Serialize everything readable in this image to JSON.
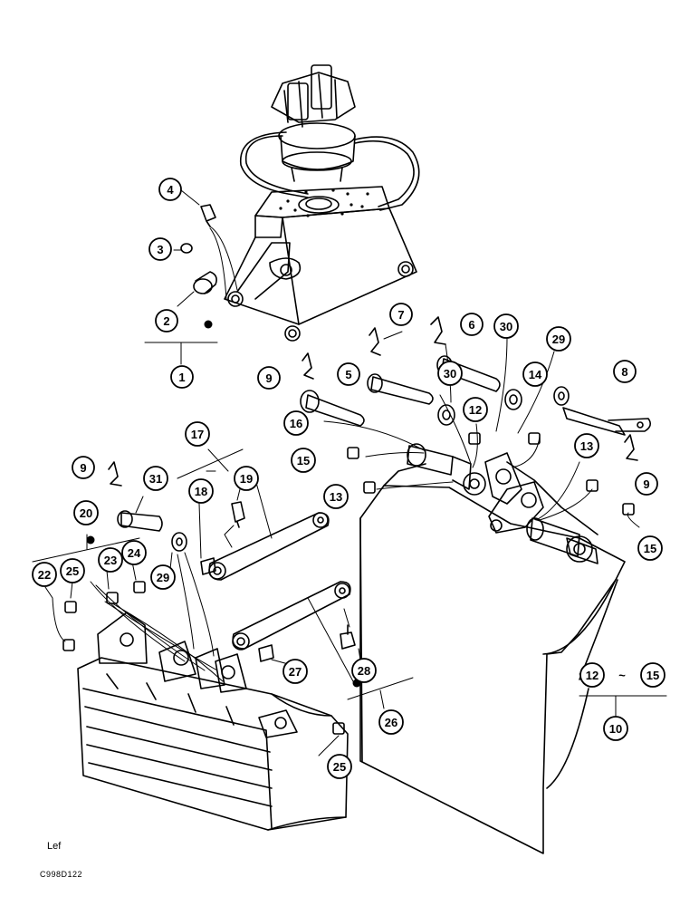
{
  "figure": {
    "ref_label": "Lef",
    "drawing_code": "C998D122"
  },
  "callouts": [
    {
      "id": "c1",
      "text": "1"
    },
    {
      "id": "c2",
      "text": "2"
    },
    {
      "id": "c3",
      "text": "3"
    },
    {
      "id": "c4",
      "text": "4"
    },
    {
      "id": "c5",
      "text": "5"
    },
    {
      "id": "c6",
      "text": "6"
    },
    {
      "id": "c7",
      "text": "7"
    },
    {
      "id": "c8",
      "text": "8"
    },
    {
      "id": "c9a",
      "text": "9"
    },
    {
      "id": "c9b",
      "text": "9"
    },
    {
      "id": "c9c",
      "text": "9"
    },
    {
      "id": "c10",
      "text": "10"
    },
    {
      "id": "c12a",
      "text": "12"
    },
    {
      "id": "c12b",
      "text": "12"
    },
    {
      "id": "c13a",
      "text": "13"
    },
    {
      "id": "c13b",
      "text": "13"
    },
    {
      "id": "c14",
      "text": "14"
    },
    {
      "id": "c15a",
      "text": "15"
    },
    {
      "id": "c15b",
      "text": "15"
    },
    {
      "id": "c15c",
      "text": "15"
    },
    {
      "id": "c16",
      "text": "16"
    },
    {
      "id": "c17",
      "text": "17"
    },
    {
      "id": "c18",
      "text": "18"
    },
    {
      "id": "c19",
      "text": "19"
    },
    {
      "id": "c20",
      "text": "20"
    },
    {
      "id": "c22",
      "text": "22"
    },
    {
      "id": "c23",
      "text": "23"
    },
    {
      "id": "c24",
      "text": "24"
    },
    {
      "id": "c25a",
      "text": "25"
    },
    {
      "id": "c25b",
      "text": "25"
    },
    {
      "id": "c26",
      "text": "26"
    },
    {
      "id": "c27",
      "text": "27"
    },
    {
      "id": "c28",
      "text": "28"
    },
    {
      "id": "c29a",
      "text": "29"
    },
    {
      "id": "c29b",
      "text": "29"
    },
    {
      "id": "c30a",
      "text": "30"
    },
    {
      "id": "c30b",
      "text": "30"
    },
    {
      "id": "c31",
      "text": "31"
    }
  ],
  "range_note": {
    "sep": "~"
  }
}
